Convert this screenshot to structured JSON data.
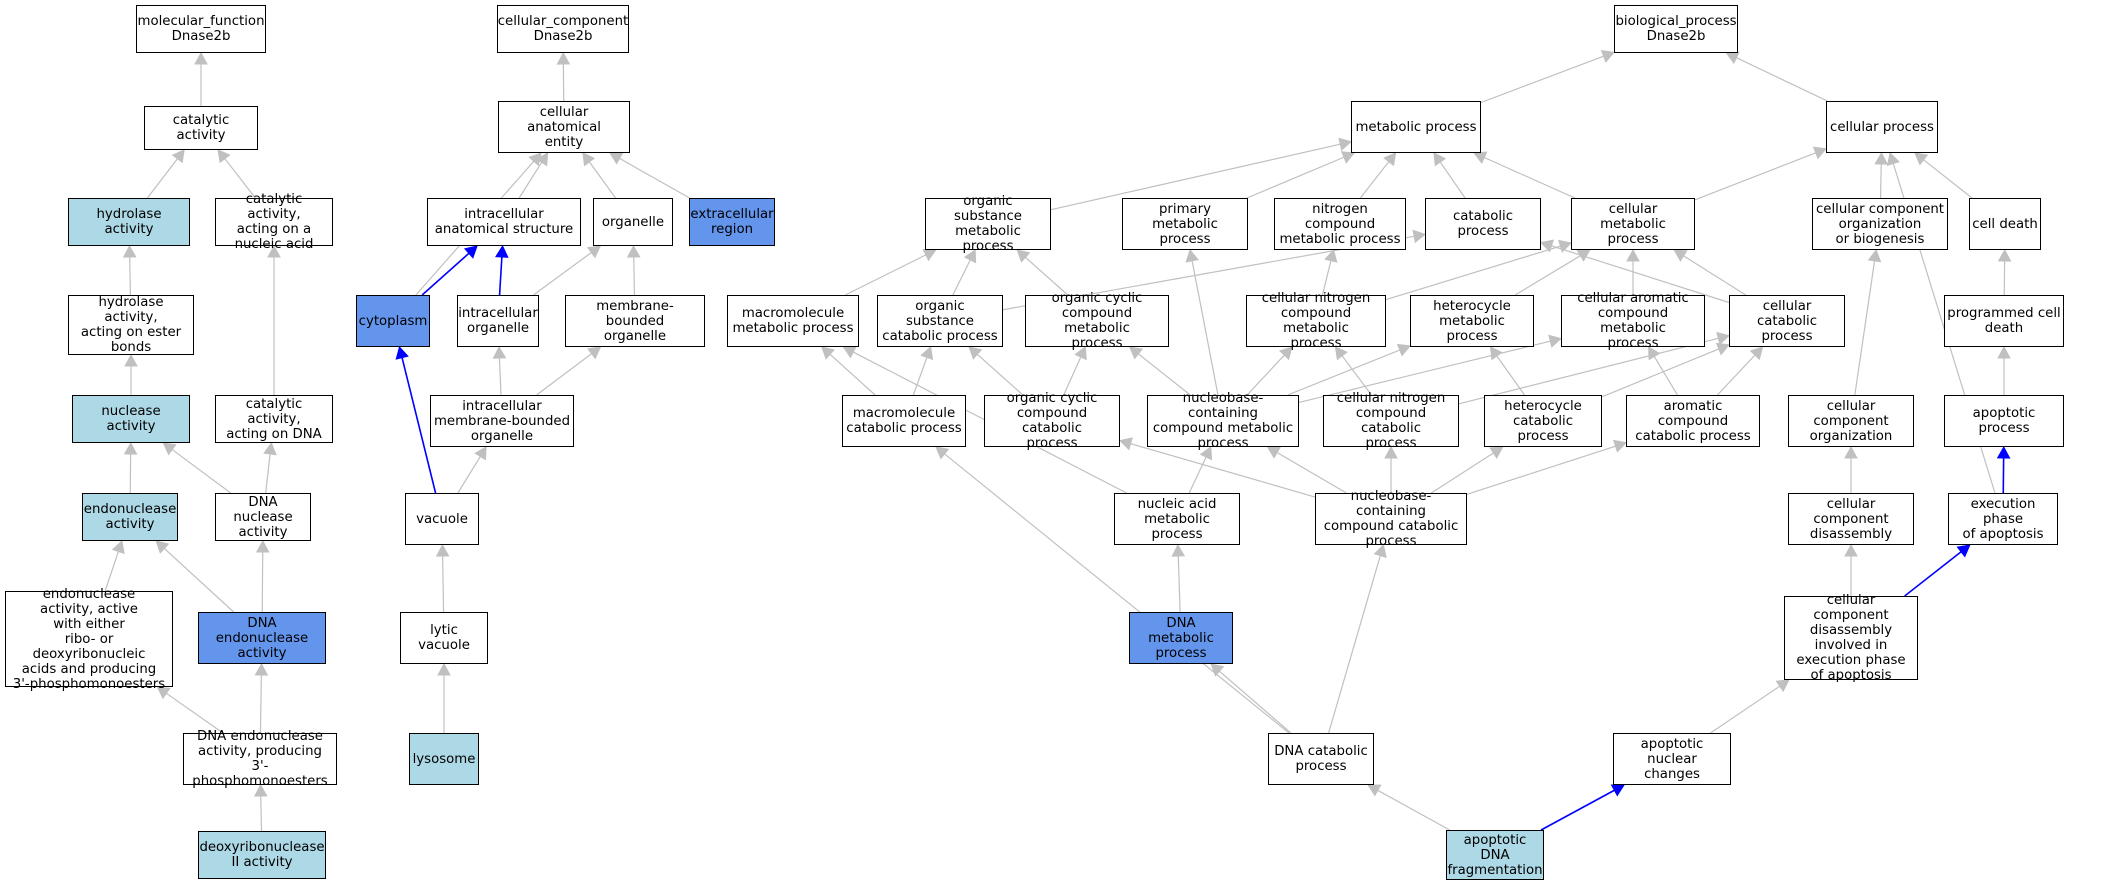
{
  "colors": {
    "default_fill": "#ffffff",
    "annotated_fill": "#add8e6",
    "highlight_fill": "#6495ed",
    "edge_default": "#c0c0c0",
    "edge_highlight": "#0000ff",
    "border": "#000000"
  },
  "nodes": [
    {
      "id": "mf_root",
      "label": "molecular_function\nDnase2b",
      "fill": "default"
    },
    {
      "id": "catalytic",
      "label": "catalytic activity",
      "fill": "default"
    },
    {
      "id": "hydrolase",
      "label": "hydrolase activity",
      "fill": "light"
    },
    {
      "id": "cat_nucleic",
      "label": "catalytic activity,\nacting on a\nnucleic acid",
      "fill": "default"
    },
    {
      "id": "hydro_ester",
      "label": "hydrolase activity,\nacting on ester\nbonds",
      "fill": "default"
    },
    {
      "id": "nuclease",
      "label": "nuclease activity",
      "fill": "light"
    },
    {
      "id": "cat_dna",
      "label": "catalytic activity,\nacting on DNA",
      "fill": "default"
    },
    {
      "id": "endonuclease",
      "label": "endonuclease\nactivity",
      "fill": "light"
    },
    {
      "id": "dna_nuclease",
      "label": "DNA nuclease\nactivity",
      "fill": "default"
    },
    {
      "id": "endo_either",
      "label": "endonuclease\nactivity, active\nwith either\nribo- or deoxyribonucleic\nacids and producing\n3'-phosphomonoesters",
      "fill": "default"
    },
    {
      "id": "dna_endo",
      "label": "DNA endonuclease\nactivity",
      "fill": "dark"
    },
    {
      "id": "dna_endo3",
      "label": "DNA endonuclease\nactivity, producing\n3'-phosphomonoesters",
      "fill": "default"
    },
    {
      "id": "deoxyribo2",
      "label": "deoxyribonuclease\nII activity",
      "fill": "light"
    },
    {
      "id": "cc_root",
      "label": "cellular_component\nDnase2b",
      "fill": "default"
    },
    {
      "id": "cae",
      "label": "cellular anatomical\nentity",
      "fill": "default"
    },
    {
      "id": "ias",
      "label": "intracellular\nanatomical structure",
      "fill": "default"
    },
    {
      "id": "organelle",
      "label": "organelle",
      "fill": "default"
    },
    {
      "id": "extracellular",
      "label": "extracellular\nregion",
      "fill": "dark"
    },
    {
      "id": "cytoplasm",
      "label": "cytoplasm",
      "fill": "dark"
    },
    {
      "id": "intra_org",
      "label": "intracellular\norganelle",
      "fill": "default"
    },
    {
      "id": "mbo",
      "label": "membrane-bounded\norganelle",
      "fill": "default"
    },
    {
      "id": "imbo",
      "label": "intracellular\nmembrane-bounded\norganelle",
      "fill": "default"
    },
    {
      "id": "vacuole",
      "label": "vacuole",
      "fill": "default"
    },
    {
      "id": "lytic_vac",
      "label": "lytic vacuole",
      "fill": "default"
    },
    {
      "id": "lysosome",
      "label": "lysosome",
      "fill": "light"
    },
    {
      "id": "bp_root",
      "label": "biological_process\nDnase2b",
      "fill": "default"
    },
    {
      "id": "metabolic",
      "label": "metabolic process",
      "fill": "default"
    },
    {
      "id": "cellular_proc",
      "label": "cellular process",
      "fill": "default"
    },
    {
      "id": "org_subst_met",
      "label": "organic substance\nmetabolic process",
      "fill": "default"
    },
    {
      "id": "primary_met",
      "label": "primary metabolic\nprocess",
      "fill": "default"
    },
    {
      "id": "nitrogen_met",
      "label": "nitrogen compound\nmetabolic process",
      "fill": "default"
    },
    {
      "id": "catabolic",
      "label": "catabolic process",
      "fill": "default"
    },
    {
      "id": "cell_met",
      "label": "cellular metabolic\nprocess",
      "fill": "default"
    },
    {
      "id": "cc_org_bio",
      "label": "cellular component\norganization\nor biogenesis",
      "fill": "default"
    },
    {
      "id": "cell_death",
      "label": "cell death",
      "fill": "default"
    },
    {
      "id": "macro_met",
      "label": "macromolecule\nmetabolic process",
      "fill": "default"
    },
    {
      "id": "org_subst_cat",
      "label": "organic substance\ncatabolic process",
      "fill": "default"
    },
    {
      "id": "org_cyc_met",
      "label": "organic cyclic\ncompound metabolic\nprocess",
      "fill": "default"
    },
    {
      "id": "cell_nitro_met",
      "label": "cellular nitrogen\ncompound metabolic\nprocess",
      "fill": "default"
    },
    {
      "id": "hetero_met",
      "label": "heterocycle\nmetabolic process",
      "fill": "default"
    },
    {
      "id": "cell_arom_met",
      "label": "cellular aromatic\ncompound metabolic\nprocess",
      "fill": "default"
    },
    {
      "id": "cell_cat",
      "label": "cellular catabolic\nprocess",
      "fill": "default"
    },
    {
      "id": "prog_death",
      "label": "programmed cell\ndeath",
      "fill": "default"
    },
    {
      "id": "macro_cat",
      "label": "macromolecule\ncatabolic process",
      "fill": "default"
    },
    {
      "id": "org_cyc_cat",
      "label": "organic cyclic\ncompound catabolic\nprocess",
      "fill": "default"
    },
    {
      "id": "nbc_met",
      "label": "nucleobase-containing\ncompound metabolic\nprocess",
      "fill": "default"
    },
    {
      "id": "cell_nitro_cat",
      "label": "cellular nitrogen\ncompound catabolic\nprocess",
      "fill": "default"
    },
    {
      "id": "hetero_cat",
      "label": "heterocycle\ncatabolic process",
      "fill": "default"
    },
    {
      "id": "arom_cat",
      "label": "aromatic compound\ncatabolic process",
      "fill": "default"
    },
    {
      "id": "cc_org",
      "label": "cellular component\norganization",
      "fill": "default"
    },
    {
      "id": "apoptotic",
      "label": "apoptotic process",
      "fill": "default"
    },
    {
      "id": "na_met",
      "label": "nucleic acid\nmetabolic process",
      "fill": "default"
    },
    {
      "id": "nbc_cat",
      "label": "nucleobase-containing\ncompound catabolic\nprocess",
      "fill": "default"
    },
    {
      "id": "cc_disasm",
      "label": "cellular component\ndisassembly",
      "fill": "default"
    },
    {
      "id": "exec_apop",
      "label": "execution phase\nof apoptosis",
      "fill": "default"
    },
    {
      "id": "dna_met",
      "label": "DNA metabolic\nprocess",
      "fill": "dark"
    },
    {
      "id": "cc_disasm_apop",
      "label": "cellular component\ndisassembly\ninvolved in\nexecution phase\nof apoptosis",
      "fill": "default"
    },
    {
      "id": "dna_cat",
      "label": "DNA catabolic\nprocess",
      "fill": "default"
    },
    {
      "id": "apop_nuc",
      "label": "apoptotic nuclear\nchanges",
      "fill": "default"
    },
    {
      "id": "apop_dna_frag",
      "label": "apoptotic DNA\nfragmentation",
      "fill": "light"
    }
  ],
  "edges": [
    {
      "from": "catalytic",
      "to": "mf_root",
      "highlight": false
    },
    {
      "from": "hydrolase",
      "to": "catalytic",
      "highlight": false
    },
    {
      "from": "cat_nucleic",
      "to": "catalytic",
      "highlight": false
    },
    {
      "from": "hydro_ester",
      "to": "hydrolase",
      "highlight": false
    },
    {
      "from": "nuclease",
      "to": "hydro_ester",
      "highlight": false
    },
    {
      "from": "cat_dna",
      "to": "cat_nucleic",
      "highlight": false
    },
    {
      "from": "endonuclease",
      "to": "nuclease",
      "highlight": false
    },
    {
      "from": "dna_nuclease",
      "to": "nuclease",
      "highlight": false
    },
    {
      "from": "dna_nuclease",
      "to": "cat_dna",
      "highlight": false
    },
    {
      "from": "endo_either",
      "to": "endonuclease",
      "highlight": false
    },
    {
      "from": "dna_endo",
      "to": "endonuclease",
      "highlight": false
    },
    {
      "from": "dna_endo",
      "to": "dna_nuclease",
      "highlight": false
    },
    {
      "from": "dna_endo3",
      "to": "endo_either",
      "highlight": false
    },
    {
      "from": "dna_endo3",
      "to": "dna_endo",
      "highlight": false
    },
    {
      "from": "deoxyribo2",
      "to": "dna_endo3",
      "highlight": false
    },
    {
      "from": "cae",
      "to": "cc_root",
      "highlight": false
    },
    {
      "from": "ias",
      "to": "cae",
      "highlight": false
    },
    {
      "from": "organelle",
      "to": "cae",
      "highlight": false
    },
    {
      "from": "extracellular",
      "to": "cae",
      "highlight": false
    },
    {
      "from": "cytoplasm",
      "to": "cae",
      "highlight": false
    },
    {
      "from": "cytoplasm",
      "to": "ias",
      "highlight": true
    },
    {
      "from": "intra_org",
      "to": "ias",
      "highlight": true
    },
    {
      "from": "intra_org",
      "to": "organelle",
      "highlight": false
    },
    {
      "from": "mbo",
      "to": "organelle",
      "highlight": false
    },
    {
      "from": "imbo",
      "to": "intra_org",
      "highlight": false
    },
    {
      "from": "imbo",
      "to": "mbo",
      "highlight": false
    },
    {
      "from": "vacuole",
      "to": "imbo",
      "highlight": false
    },
    {
      "from": "vacuole",
      "to": "cytoplasm",
      "highlight": true
    },
    {
      "from": "lytic_vac",
      "to": "vacuole",
      "highlight": false
    },
    {
      "from": "lysosome",
      "to": "lytic_vac",
      "highlight": false
    },
    {
      "from": "metabolic",
      "to": "bp_root",
      "highlight": false
    },
    {
      "from": "cellular_proc",
      "to": "bp_root",
      "highlight": false
    },
    {
      "from": "org_subst_met",
      "to": "metabolic",
      "highlight": false
    },
    {
      "from": "primary_met",
      "to": "metabolic",
      "highlight": false
    },
    {
      "from": "nitrogen_met",
      "to": "metabolic",
      "highlight": false
    },
    {
      "from": "catabolic",
      "to": "metabolic",
      "highlight": false
    },
    {
      "from": "cell_met",
      "to": "metabolic",
      "highlight": false
    },
    {
      "from": "cell_met",
      "to": "cellular_proc",
      "highlight": false
    },
    {
      "from": "cc_org_bio",
      "to": "cellular_proc",
      "highlight": false
    },
    {
      "from": "cell_death",
      "to": "cellular_proc",
      "highlight": false
    },
    {
      "from": "exec_apop",
      "to": "cellular_proc",
      "highlight": false
    },
    {
      "from": "macro_met",
      "to": "org_subst_met",
      "highlight": false
    },
    {
      "from": "org_subst_cat",
      "to": "org_subst_met",
      "highlight": false
    },
    {
      "from": "org_subst_cat",
      "to": "catabolic",
      "highlight": false
    },
    {
      "from": "org_cyc_met",
      "to": "org_subst_met",
      "highlight": false
    },
    {
      "from": "cell_nitro_met",
      "to": "nitrogen_met",
      "highlight": false
    },
    {
      "from": "cell_nitro_met",
      "to": "cell_met",
      "highlight": false
    },
    {
      "from": "hetero_met",
      "to": "cell_met",
      "highlight": false
    },
    {
      "from": "cell_arom_met",
      "to": "cell_met",
      "highlight": false
    },
    {
      "from": "cell_cat",
      "to": "cell_met",
      "highlight": false
    },
    {
      "from": "cell_cat",
      "to": "catabolic",
      "highlight": false
    },
    {
      "from": "prog_death",
      "to": "cell_death",
      "highlight": false
    },
    {
      "from": "macro_cat",
      "to": "macro_met",
      "highlight": false
    },
    {
      "from": "macro_cat",
      "to": "org_subst_cat",
      "highlight": false
    },
    {
      "from": "org_cyc_cat",
      "to": "org_subst_cat",
      "highlight": false
    },
    {
      "from": "org_cyc_cat",
      "to": "org_cyc_met",
      "highlight": false
    },
    {
      "from": "nbc_met",
      "to": "org_cyc_met",
      "highlight": false
    },
    {
      "from": "nbc_met",
      "to": "cell_nitro_met",
      "highlight": false
    },
    {
      "from": "nbc_met",
      "to": "hetero_met",
      "highlight": false
    },
    {
      "from": "nbc_met",
      "to": "cell_arom_met",
      "highlight": false
    },
    {
      "from": "nbc_met",
      "to": "primary_met",
      "highlight": false
    },
    {
      "from": "cell_nitro_cat",
      "to": "cell_nitro_met",
      "highlight": false
    },
    {
      "from": "cell_nitro_cat",
      "to": "cell_cat",
      "highlight": false
    },
    {
      "from": "hetero_cat",
      "to": "hetero_met",
      "highlight": false
    },
    {
      "from": "hetero_cat",
      "to": "cell_cat",
      "highlight": false
    },
    {
      "from": "arom_cat",
      "to": "cell_arom_met",
      "highlight": false
    },
    {
      "from": "arom_cat",
      "to": "cell_cat",
      "highlight": false
    },
    {
      "from": "cc_org",
      "to": "cc_org_bio",
      "highlight": false
    },
    {
      "from": "apoptotic",
      "to": "prog_death",
      "highlight": false
    },
    {
      "from": "na_met",
      "to": "nbc_met",
      "highlight": false
    },
    {
      "from": "na_met",
      "to": "macro_met",
      "highlight": false
    },
    {
      "from": "nbc_cat",
      "to": "nbc_met",
      "highlight": false
    },
    {
      "from": "nbc_cat",
      "to": "cell_nitro_cat",
      "highlight": false
    },
    {
      "from": "nbc_cat",
      "to": "hetero_cat",
      "highlight": false
    },
    {
      "from": "nbc_cat",
      "to": "arom_cat",
      "highlight": false
    },
    {
      "from": "nbc_cat",
      "to": "org_cyc_cat",
      "highlight": false
    },
    {
      "from": "cc_disasm",
      "to": "cc_org",
      "highlight": false
    },
    {
      "from": "exec_apop",
      "to": "apoptotic",
      "highlight": true
    },
    {
      "from": "dna_met",
      "to": "na_met",
      "highlight": false
    },
    {
      "from": "cc_disasm_apop",
      "to": "cc_disasm",
      "highlight": false
    },
    {
      "from": "cc_disasm_apop",
      "to": "exec_apop",
      "highlight": true
    },
    {
      "from": "dna_cat",
      "to": "dna_met",
      "highlight": false
    },
    {
      "from": "dna_cat",
      "to": "nbc_cat",
      "highlight": false
    },
    {
      "from": "dna_cat",
      "to": "macro_cat",
      "highlight": false
    },
    {
      "from": "apop_nuc",
      "to": "cc_disasm_apop",
      "highlight": false
    },
    {
      "from": "apop_dna_frag",
      "to": "apop_nuc",
      "highlight": true
    },
    {
      "from": "apop_dna_frag",
      "to": "dna_cat",
      "highlight": false
    }
  ]
}
